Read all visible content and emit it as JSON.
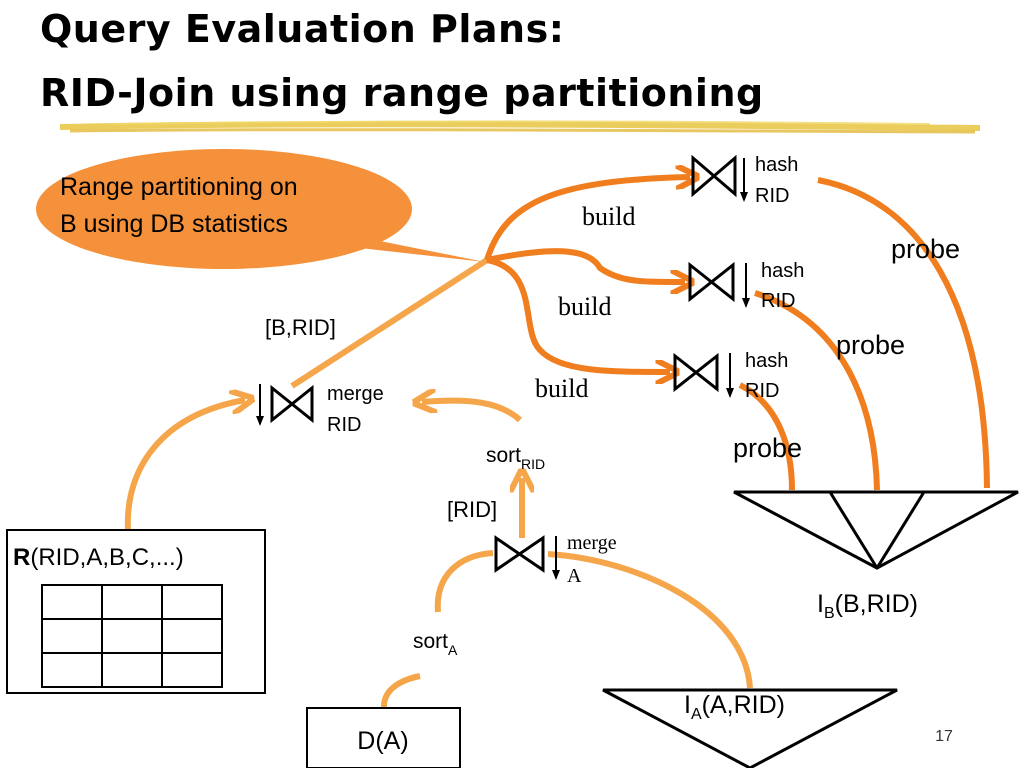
{
  "slide": {
    "title_line1": "Query Evaluation Plans:",
    "title_line2": "RID-Join using range partitioning",
    "page_number": "17"
  },
  "callout": {
    "line1": "Range partitioning on",
    "line2": "B using DB statistics"
  },
  "operators": {
    "hash_top": {
      "l1": "hash",
      "l2": "RID"
    },
    "hash_mid": {
      "l1": "hash",
      "l2": "RID"
    },
    "hash_low": {
      "l1": "hash",
      "l2": "RID"
    },
    "merge_rid": {
      "l1": "merge",
      "l2": "RID"
    },
    "merge_a": {
      "l1": "merge",
      "l2": "A"
    }
  },
  "edges": {
    "build_1": "build",
    "build_2": "build",
    "build_3": "build",
    "probe_1": "probe",
    "probe_2": "probe",
    "probe_3": "probe",
    "b_rid": "[B,RID]",
    "rid": "[RID]"
  },
  "sort_rid": {
    "base": "sort",
    "sub": "RID"
  },
  "sort_a": {
    "base": "sort",
    "sub": "A"
  },
  "index_b": {
    "base": "I",
    "sub": "B",
    "rest": "(B,RID)"
  },
  "index_a": {
    "base": "I",
    "sub": "A",
    "rest": "(A,RID)"
  },
  "relation_r": {
    "bold": "R",
    "rest": "(RID,A,B,C,...)"
  },
  "table_d": "D(A)",
  "colors": {
    "dark_orange": "#f07d1e",
    "light_orange": "#f5a64b",
    "callout": "#f5913a",
    "underline": "#e8c84a"
  }
}
